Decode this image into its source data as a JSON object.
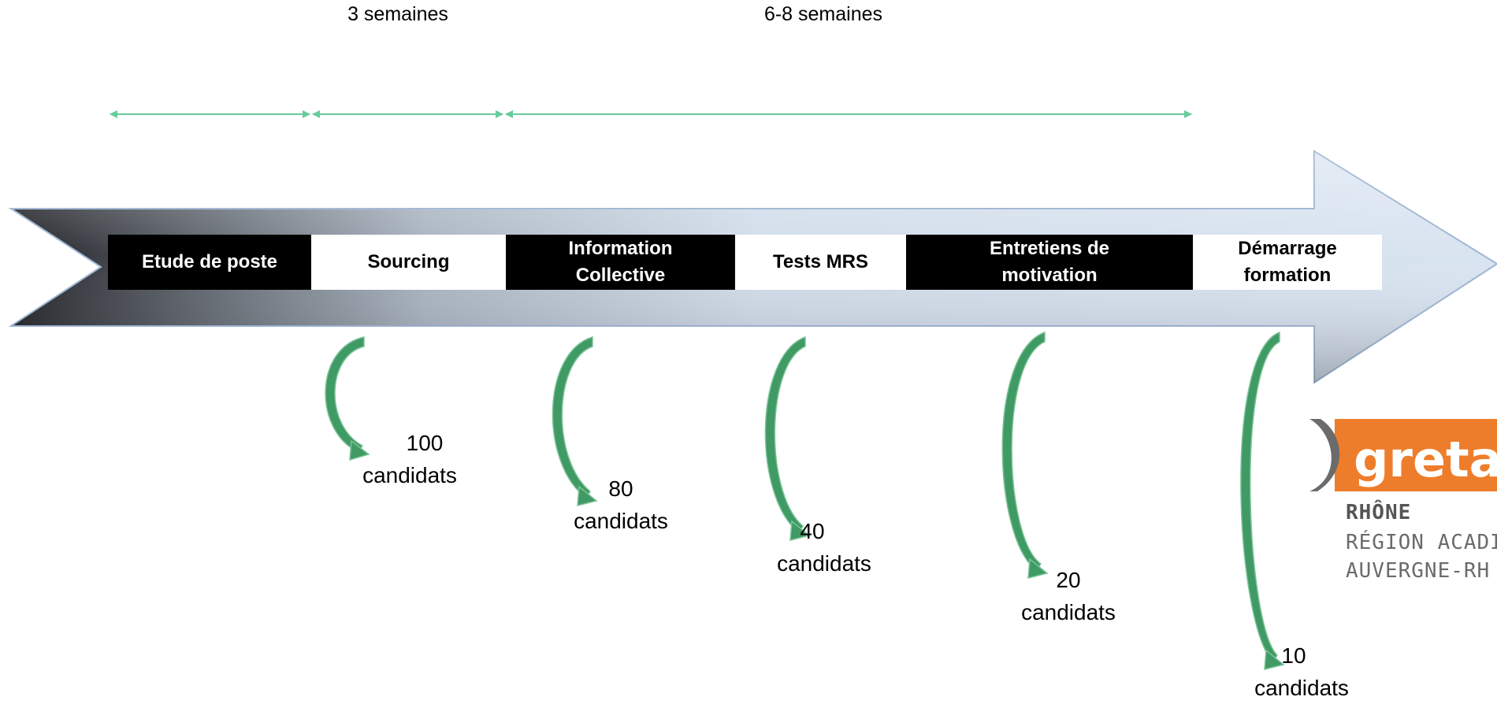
{
  "durations": [
    "3 semaines",
    "6-8 semaines"
  ],
  "stages": [
    {
      "label_line1": "Etude de poste",
      "label_line2": ""
    },
    {
      "label_line1": "Sourcing",
      "label_line2": ""
    },
    {
      "label_line1": "Information",
      "label_line2": "Collective"
    },
    {
      "label_line1": "Tests MRS",
      "label_line2": ""
    },
    {
      "label_line1": "Entretiens de",
      "label_line2": "motivation"
    },
    {
      "label_line1": "Démarrage",
      "label_line2": "formation"
    }
  ],
  "candidates": [
    {
      "number": "100",
      "unit": "candidats"
    },
    {
      "number": "80",
      "unit": "candidats"
    },
    {
      "number": "40",
      "unit": "candidats"
    },
    {
      "number": "20",
      "unit": "candidats"
    },
    {
      "number": "10",
      "unit": "candidats"
    }
  ],
  "logo": {
    "brand": "greta",
    "line1": "RHÔNE",
    "line2": "RÉGION ACADI",
    "line3": "AUVERGNE-RH"
  },
  "colors": {
    "span_arrow": "#66cc99",
    "curved_arrow": "#3f9a63",
    "logo_orange": "#ee7d2b",
    "arrow_light": "#d6e2f0"
  }
}
